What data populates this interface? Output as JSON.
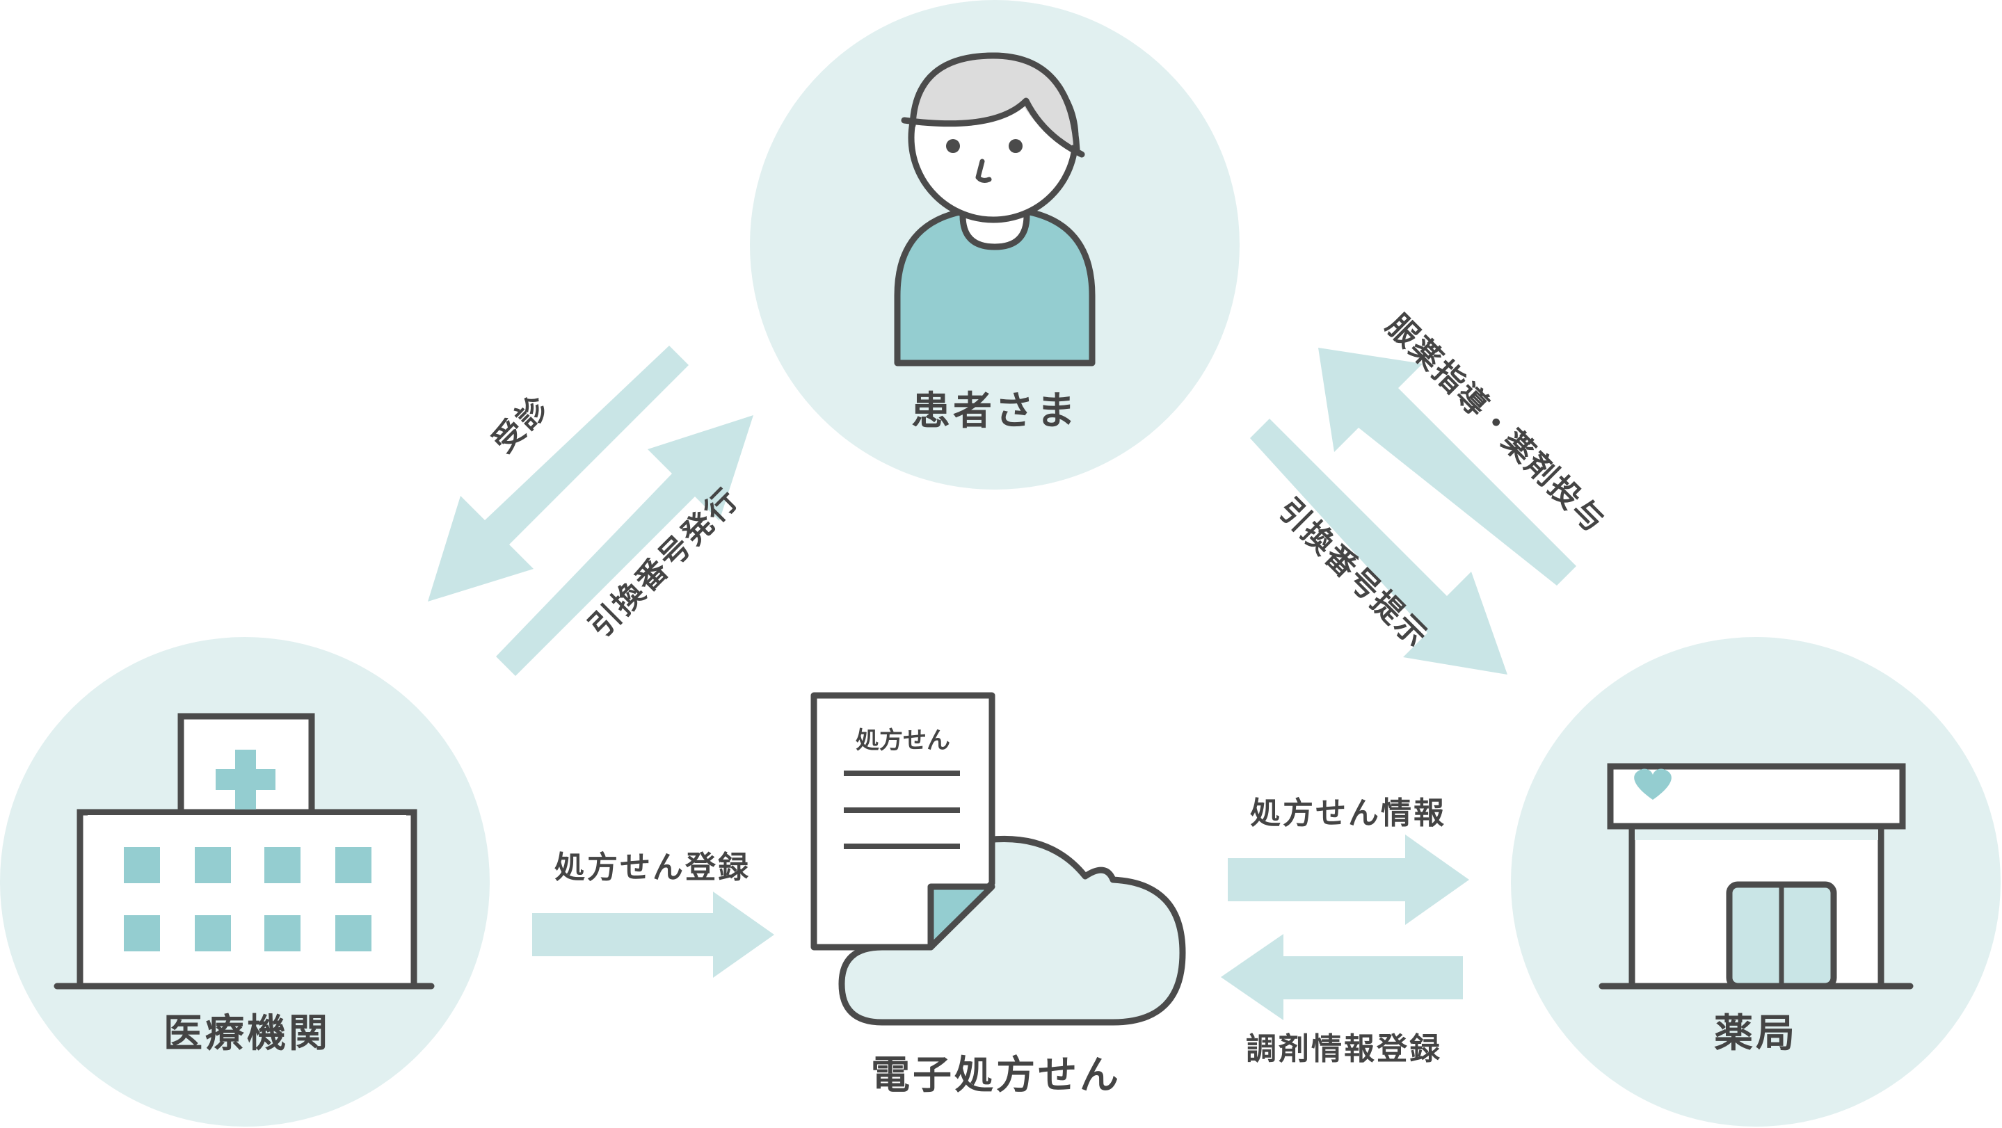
{
  "nodes": {
    "patient": "患者さま",
    "medical": "医療機関",
    "pharmacy": "薬局",
    "eprescription": "電子処方せん"
  },
  "document_title": "処方せん",
  "arrows": {
    "consultation": "受診",
    "issue_number": "引換番号発行",
    "guidance": "服薬指導・薬剤投与",
    "present_number": "引換番号提示",
    "register": "処方せん登録",
    "prescription_info": "処方せん情報",
    "dispensing_register": "調剤情報登録"
  },
  "colors": {
    "circle": "#e1f0f0",
    "arrow": "#c9e5e6",
    "accent": "#94cdd0",
    "stroke": "#4b4b4b",
    "hair": "#dcdcdc",
    "text": "#444444"
  }
}
